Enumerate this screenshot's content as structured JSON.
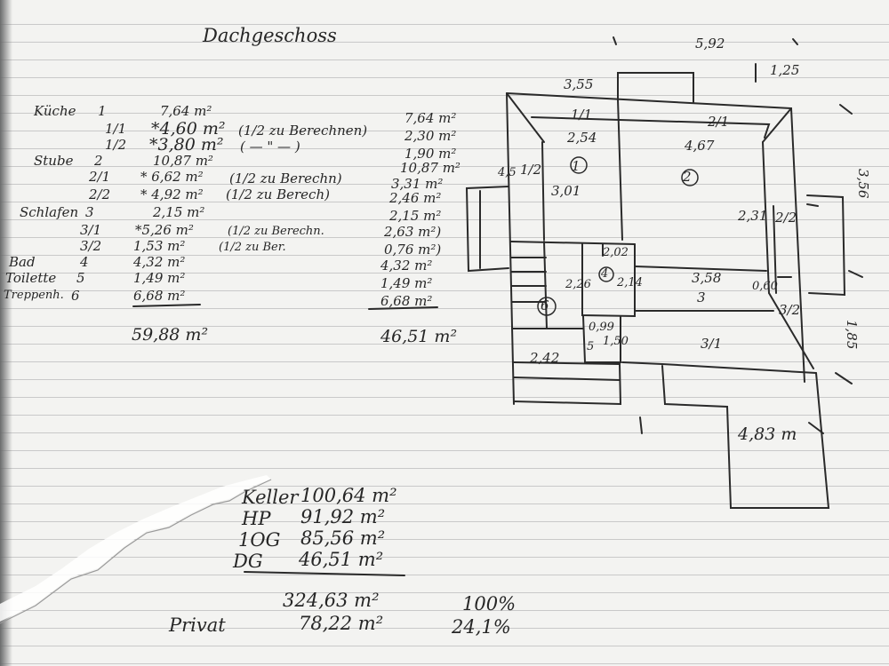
{
  "title": "Dachgeschoss",
  "rooms": [
    {
      "name": "Küche",
      "nr": "1",
      "area": "7,64 m²",
      "net": "7,64 m²"
    },
    {
      "name": "",
      "nr": "1/1",
      "area": "*4,60 m²",
      "note": "(1/2 zu Berechnen)",
      "net": "2,30 m²"
    },
    {
      "name": "",
      "nr": "1/2",
      "area": "*3,80 m²",
      "note": "( — \" — )",
      "net": "1,90 m²"
    },
    {
      "name": "Stube",
      "nr": "2",
      "area": "10,87 m²",
      "net": "10,87 m²"
    },
    {
      "name": "",
      "nr": "2/1",
      "area": "* 6,62 m²",
      "note": "(1/2 zu Berechn)",
      "net": "3,31 m²"
    },
    {
      "name": "",
      "nr": "2/2",
      "area": "* 4,92 m²",
      "note": "(1/2 zu Berech)",
      "net": "2,46 m²"
    },
    {
      "name": "Schlafen",
      "nr": "3",
      "area": "2,15 m²",
      "net": "2,15 m²"
    },
    {
      "name": "",
      "nr": "3/1",
      "area": "*5,26 m²",
      "note": "(1/2 zu Berechn.",
      "net": "2,63 m²)"
    },
    {
      "name": "",
      "nr": "3/2",
      "area": "1,53 m²",
      "note": "(1/2 zu Ber.",
      "net": "0,76 m²)"
    },
    {
      "name": "Bad",
      "nr": "4",
      "area": "4,32 m²",
      "net": "4,32 m²"
    },
    {
      "name": "Toilette",
      "nr": "5",
      "area": "1,49 m²",
      "net": "1,49 m²"
    },
    {
      "name": "Treppenh.",
      "nr": "6",
      "area": "6,68 m²",
      "net": "6,68 m²"
    }
  ],
  "totals": {
    "gross": "59,88 m²",
    "net": "46,51 m²"
  },
  "plan": {
    "dims": {
      "top_width": "5,92",
      "top_left": "3,55",
      "top_right": "1,25",
      "room1_a": "1/1",
      "room1_w": "2,54",
      "room1_h": "3,01",
      "room1_side": "1/2",
      "room1_left": "4,5",
      "room2_a": "2/1",
      "room2_w": "4,67",
      "room2_side": "2/2",
      "room2_h": "2,31",
      "right_h": "3,56",
      "bath_w": "2,02",
      "bath_h": "2,14",
      "stair_h": "2,26",
      "room3_w": "3,58",
      "room3_nr": "3",
      "room3_side": "0,60",
      "room3_2": "3/2",
      "wc_w": "0,99",
      "wc_h": "1,50",
      "wc_nr": "5",
      "room3_1": "3/1",
      "right_h2": "1,85",
      "bottom_left": "2,42",
      "bottom_right": "4,83 m",
      "circle1": "1",
      "circle2": "2",
      "circle4": "4",
      "circle6": "6"
    }
  },
  "summary": [
    {
      "label": "Keller",
      "value": "100,64 m²"
    },
    {
      "label": "HP",
      "value": "91,92 m²"
    },
    {
      "label": "1OG",
      "value": "85,56 m²"
    },
    {
      "label": "DG",
      "value": "46,51 m²"
    }
  ],
  "grand_total": "324,63 m²",
  "grand_pct": "100%",
  "privat_label": "Privat",
  "privat_value": "78,22 m²",
  "privat_pct": "24,1%",
  "colors": {
    "ink": "#262626",
    "paper": "#f3f3f1",
    "rule": "#c9c9c9",
    "table": "#7d7f80"
  }
}
